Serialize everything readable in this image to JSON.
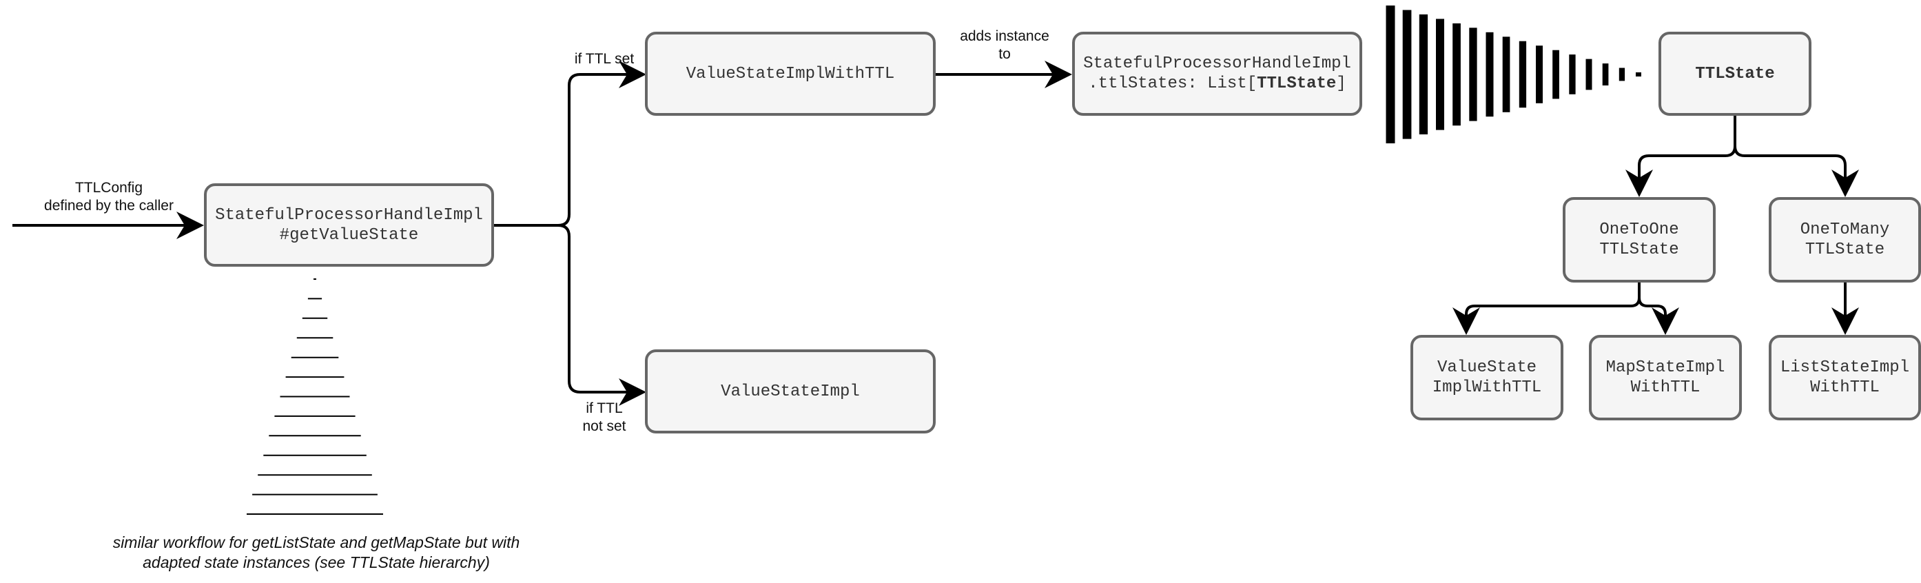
{
  "input_label": {
    "line1": "TTLConfig",
    "line2": "defined by the caller"
  },
  "handle_box": {
    "line1": "StatefulProcessorHandleImpl",
    "line2": "#getValueState"
  },
  "branch_set_label": "if TTL set",
  "branch_notset_label": {
    "line1": "if TTL",
    "line2": "not set"
  },
  "value_state_ttl_box": "ValueStateImplWithTTL",
  "value_state_box": "ValueStateImpl",
  "adds_instance_label": {
    "line1": "adds instance",
    "line2": "to"
  },
  "ttl_states_box": {
    "line1": "StatefulProcessorHandleImpl",
    "line2_prefix": ".ttlStates: List[",
    "line2_bold": "TTLState",
    "line2_suffix": "]"
  },
  "ttlstate_box": "TTLState",
  "one_to_one_box": {
    "line1": "OneToOne",
    "line2": "TTLState"
  },
  "one_to_many_box": {
    "line1": "OneToMany",
    "line2": "TTLState"
  },
  "leaf_value_state_box": {
    "line1": "ValueState",
    "line2": "ImplWithTTL"
  },
  "leaf_map_state_box": {
    "line1": "MapStateImpl",
    "line2": "WithTTL"
  },
  "leaf_list_state_box": {
    "line1": "ListStateImpl",
    "line2": "WithTTL"
  },
  "footnote": {
    "line1": "similar workflow for getListState and getMapState but with",
    "line2": "adapted state instances (see TTLState hierarchy)"
  },
  "colors": {
    "box_fill": "#f5f5f5",
    "box_stroke": "#666666",
    "edge": "#000000",
    "text": "#333333"
  }
}
